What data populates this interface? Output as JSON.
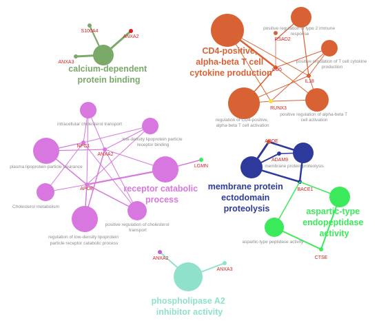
{
  "colors": {
    "calcium": "#7ba96a",
    "cd4": "#d96234",
    "lipid": "#d777df",
    "membrane": "#2d3a9c",
    "aspartic": "#3bea5a",
    "phospholipase": "#8fe1cc",
    "gene_label": "#d62020",
    "term_label": "#8a8a8a",
    "yellow_gene": "#f2e13b"
  },
  "clusters": {
    "calcium": {
      "lines": [
        "calcium-dependent",
        "protein binding"
      ]
    },
    "cd4": {
      "lines": [
        "CD4-positive,",
        "alpha-beta T cell",
        "cytokine production"
      ]
    },
    "lipid": {
      "lines": [
        "receptor catabolic",
        "process"
      ]
    },
    "membrane": {
      "lines": [
        "membrane protein",
        "ectodomain",
        "proteolysis"
      ]
    },
    "aspartic": {
      "lines": [
        "aspartic-type",
        "endopeptidase",
        "activity"
      ]
    },
    "phospholipase": {
      "lines": [
        "phospholipase A2",
        "inhibitor activity"
      ]
    }
  },
  "terms": {
    "type2_response": [
      "positive regulation of type 2 immune",
      "response"
    ],
    "cytokine_production": [
      "positive regulation of T cell cytokine",
      "production"
    ],
    "reg_cd4_activation": [
      "regulation of CD4-positive,",
      "alpha-beta T cell activation"
    ],
    "pos_reg_alphabeta": [
      "positive regulation of alpha-beta T",
      "cell activation"
    ],
    "intracellular_chol": [
      "intracellular cholesterol transport"
    ],
    "ldl_binding": [
      "low-density lipoprotein particle",
      "receptor binding"
    ],
    "plasma_clearance": [
      "plasma lipoprotein particle clearance"
    ],
    "chol_metabolism": [
      "Cholesterol metabolism"
    ],
    "pos_reg_chol_transport": [
      "positive regulation of cholesterol",
      "transport"
    ],
    "reg_ldl_catabolic": [
      "regulation of low-density lipoprotein",
      "particle receptor catabolic process"
    ],
    "membrane_proteolysis": [
      "membrane protein proteolysis"
    ],
    "aspartic_peptidase": [
      "aspartic-type peptidase activity"
    ]
  },
  "genes": {
    "s100a4": "S100A4",
    "anxa2_top": "ANXA2",
    "anxa3_top": "ANXA3",
    "rsad2": "RSAD2",
    "cd5": "CD5",
    "il18": "IL18",
    "runx3": "RUNX3",
    "npc1": "NPC1",
    "anxa2_mid": "ANXA2",
    "apoe_lipid": "APOE",
    "lgmn": "LGMN",
    "apoe_membrane": "APOE",
    "adam9": "ADAM9",
    "bace1": "BACE1",
    "ctse": "CTSE",
    "anxa2_bottom": "ANXA2",
    "anxa3_bottom": "ANXA3"
  }
}
